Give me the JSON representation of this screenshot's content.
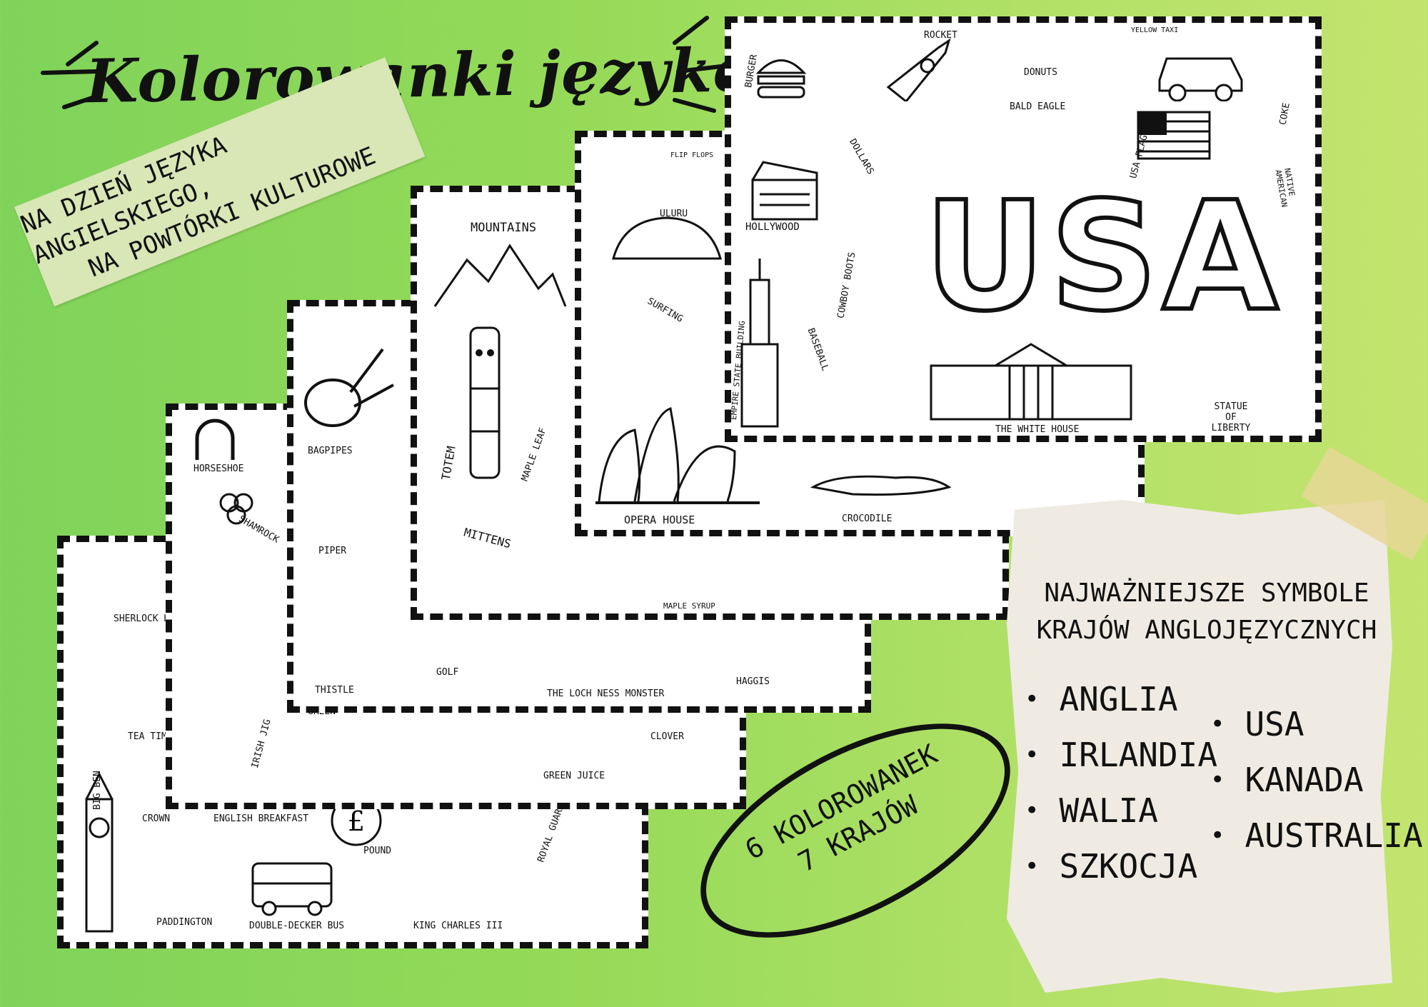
{
  "title": "Kolorowanki językowe",
  "tape": {
    "line1": "NA DZIEŃ JĘZYKA ANGIELSKIEGO,",
    "line2": "NA POWTÓRKI KULTUROWE"
  },
  "note": {
    "heading_line1": "NAJWAŻNIEJSZE SYMBOLE",
    "heading_line2": "KRAJÓW ANGLOJĘZYCZNYCH",
    "countries_left": [
      "ANGLIA",
      "IRLANDIA",
      "WALIA",
      "SZKOCJA"
    ],
    "countries_right": [
      "USA",
      "KANADA",
      "AUSTRALIA"
    ]
  },
  "badge": {
    "line1": "6 KOLOROWANEK",
    "line2": "7 KRAJÓW"
  },
  "sheets": {
    "usa": {
      "big_text": "USA",
      "labels": [
        "ROCKET",
        "DONUTS",
        "BURGER",
        "YELLOW TAXI",
        "BALD EAGLE",
        "COKE",
        "DOLLARS",
        "USA FLAG",
        "HOLLYWOOD",
        "NATIVE AMERICAN",
        "COWBOY BOOTS",
        "EMPIRE STATE BUILDING",
        "BASEBALL",
        "THE WHITE HOUSE",
        "STATUE OF LIBERTY"
      ]
    },
    "australia": {
      "labels": [
        "FLIP FLOPS",
        "ULURU",
        "SURFING",
        "OPERA HOUSE",
        "CROCODILE"
      ]
    },
    "canada": {
      "labels": [
        "MOUNTAINS",
        "TOTEM",
        "MAPLE LEAF",
        "MITTENS",
        "MAPLE SYRUP"
      ]
    },
    "scotland": {
      "labels": [
        "BAGPIPES",
        "PIPER",
        "THISTLE",
        "GOLF",
        "THE LOCH NESS MONSTER",
        "HAGGIS"
      ]
    },
    "ireland": {
      "labels": [
        "HORSESHOE",
        "SHAMROCK",
        "IRISH JIG",
        "GREEN",
        "GREEN JUICE",
        "CLOVER"
      ]
    },
    "england": {
      "labels": [
        "SHERLOCK HOLMES",
        "TEA TIME",
        "BIG BEN",
        "CROWN",
        "ENGLISH BREAKFAST",
        "POUND",
        "PADDINGTON",
        "DOUBLE-DECKER BUS",
        "KING CHARLES III",
        "ROYAL GUARD"
      ]
    }
  },
  "colors": {
    "background_left": "#7fd35a",
    "background_right": "#c3e46e",
    "ink": "#111111",
    "paper": "#efebe2"
  }
}
